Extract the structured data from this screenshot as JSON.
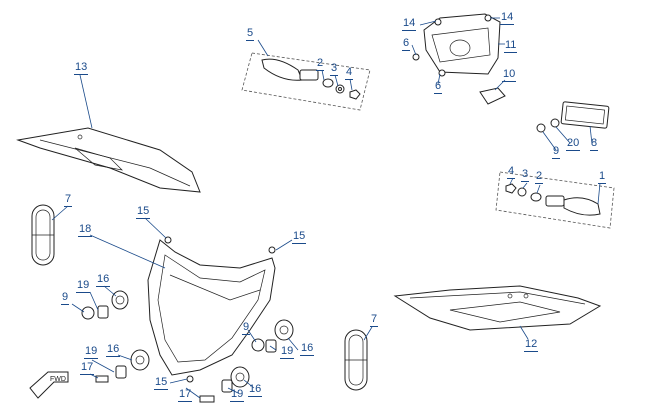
{
  "callouts": {
    "c13": "13",
    "c5": "5",
    "c2a": "2",
    "c3a": "3",
    "c4a": "4",
    "c14a": "14",
    "c14b": "14",
    "c6a": "6",
    "c11": "11",
    "c6b": "6",
    "c10": "10",
    "c8": "8",
    "c20": "20",
    "c9a": "9",
    "c1": "1",
    "c4b": "4",
    "c3b": "3",
    "c2b": "2",
    "c7a": "7",
    "c15a": "15",
    "c18": "18",
    "c15b": "15",
    "c19a": "19",
    "c16a": "16",
    "c9b": "9",
    "c9c": "9",
    "c19b": "19",
    "c16b": "16",
    "c19c": "19",
    "c16c": "16",
    "c17a": "17",
    "c15c": "15",
    "c17b": "17",
    "c19d": "19",
    "c16d": "16",
    "c7b": "7",
    "c12": "12"
  },
  "fwd_arrow": "FWD"
}
